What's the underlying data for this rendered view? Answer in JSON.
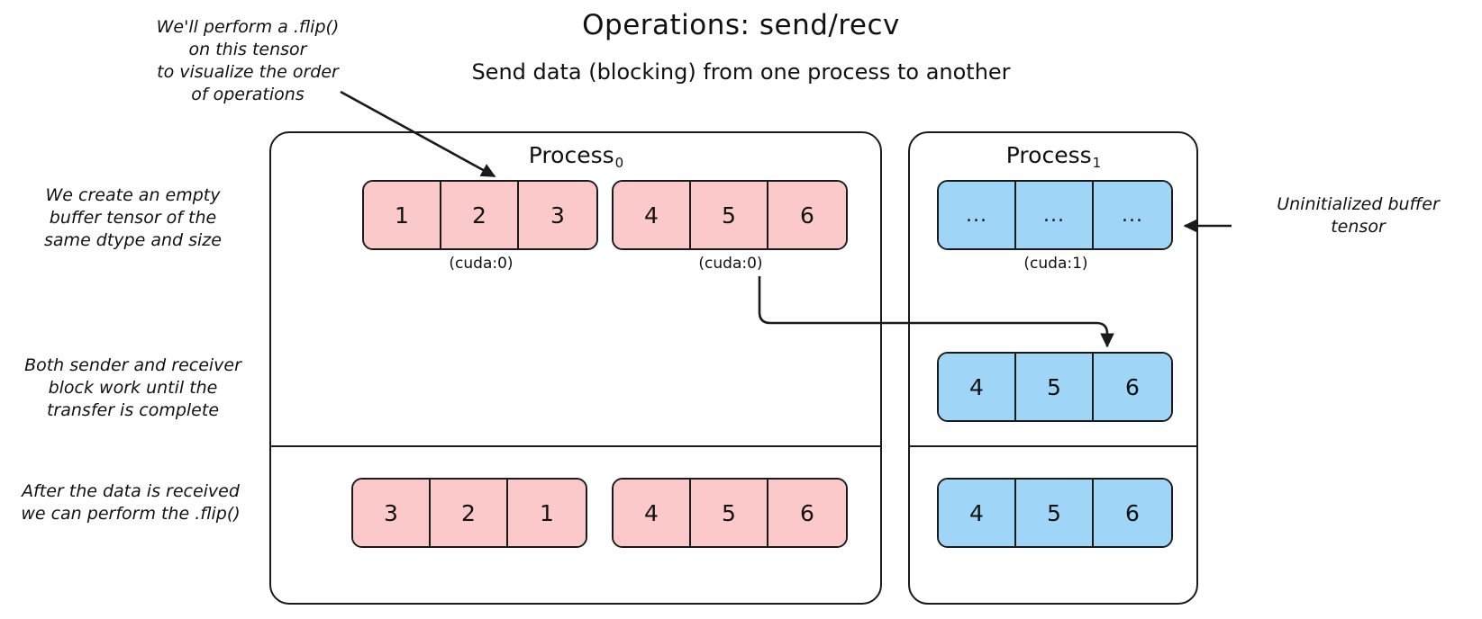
{
  "title": "Operations: send/recv",
  "subtitle": "Send data (blocking) from one process to another",
  "processes": {
    "p0": {
      "label": "Process",
      "subscript": "0"
    },
    "p1": {
      "label": "Process",
      "subscript": "1"
    }
  },
  "annotations": {
    "flip_note": "We'll perform a .flip()\non this tensor\nto visualize the order\nof operations",
    "empty_buffer_note": "We create an empty\nbuffer tensor of the\nsame dtype and size",
    "blocking_note": "Both sender and receiver\nblock work until the\ntransfer is complete",
    "after_flip_note": "After the data is received\nwe can perform the .flip()",
    "uninitialized_note": "Uninitialized buffer\ntensor"
  },
  "tensors": {
    "p0_top_left": {
      "values": [
        "1",
        "2",
        "3"
      ],
      "device": "(cuda:0)",
      "color": "pink"
    },
    "p0_top_right": {
      "values": [
        "4",
        "5",
        "6"
      ],
      "device": "(cuda:0)",
      "color": "pink"
    },
    "p1_top": {
      "values": [
        "...",
        "...",
        "..."
      ],
      "device": "(cuda:1)",
      "color": "blue"
    },
    "p1_mid": {
      "values": [
        "4",
        "5",
        "6"
      ],
      "device": "",
      "color": "blue"
    },
    "p0_bottom_left": {
      "values": [
        "3",
        "2",
        "1"
      ],
      "device": "",
      "color": "pink"
    },
    "p0_bottom_right": {
      "values": [
        "4",
        "5",
        "6"
      ],
      "device": "",
      "color": "pink"
    },
    "p1_bottom": {
      "values": [
        "4",
        "5",
        "6"
      ],
      "device": "",
      "color": "blue"
    }
  },
  "colors": {
    "pink": "#fbc9c9",
    "blue": "#9fd6f8",
    "stroke": "#1a1a1a",
    "background": "#ffffff"
  }
}
